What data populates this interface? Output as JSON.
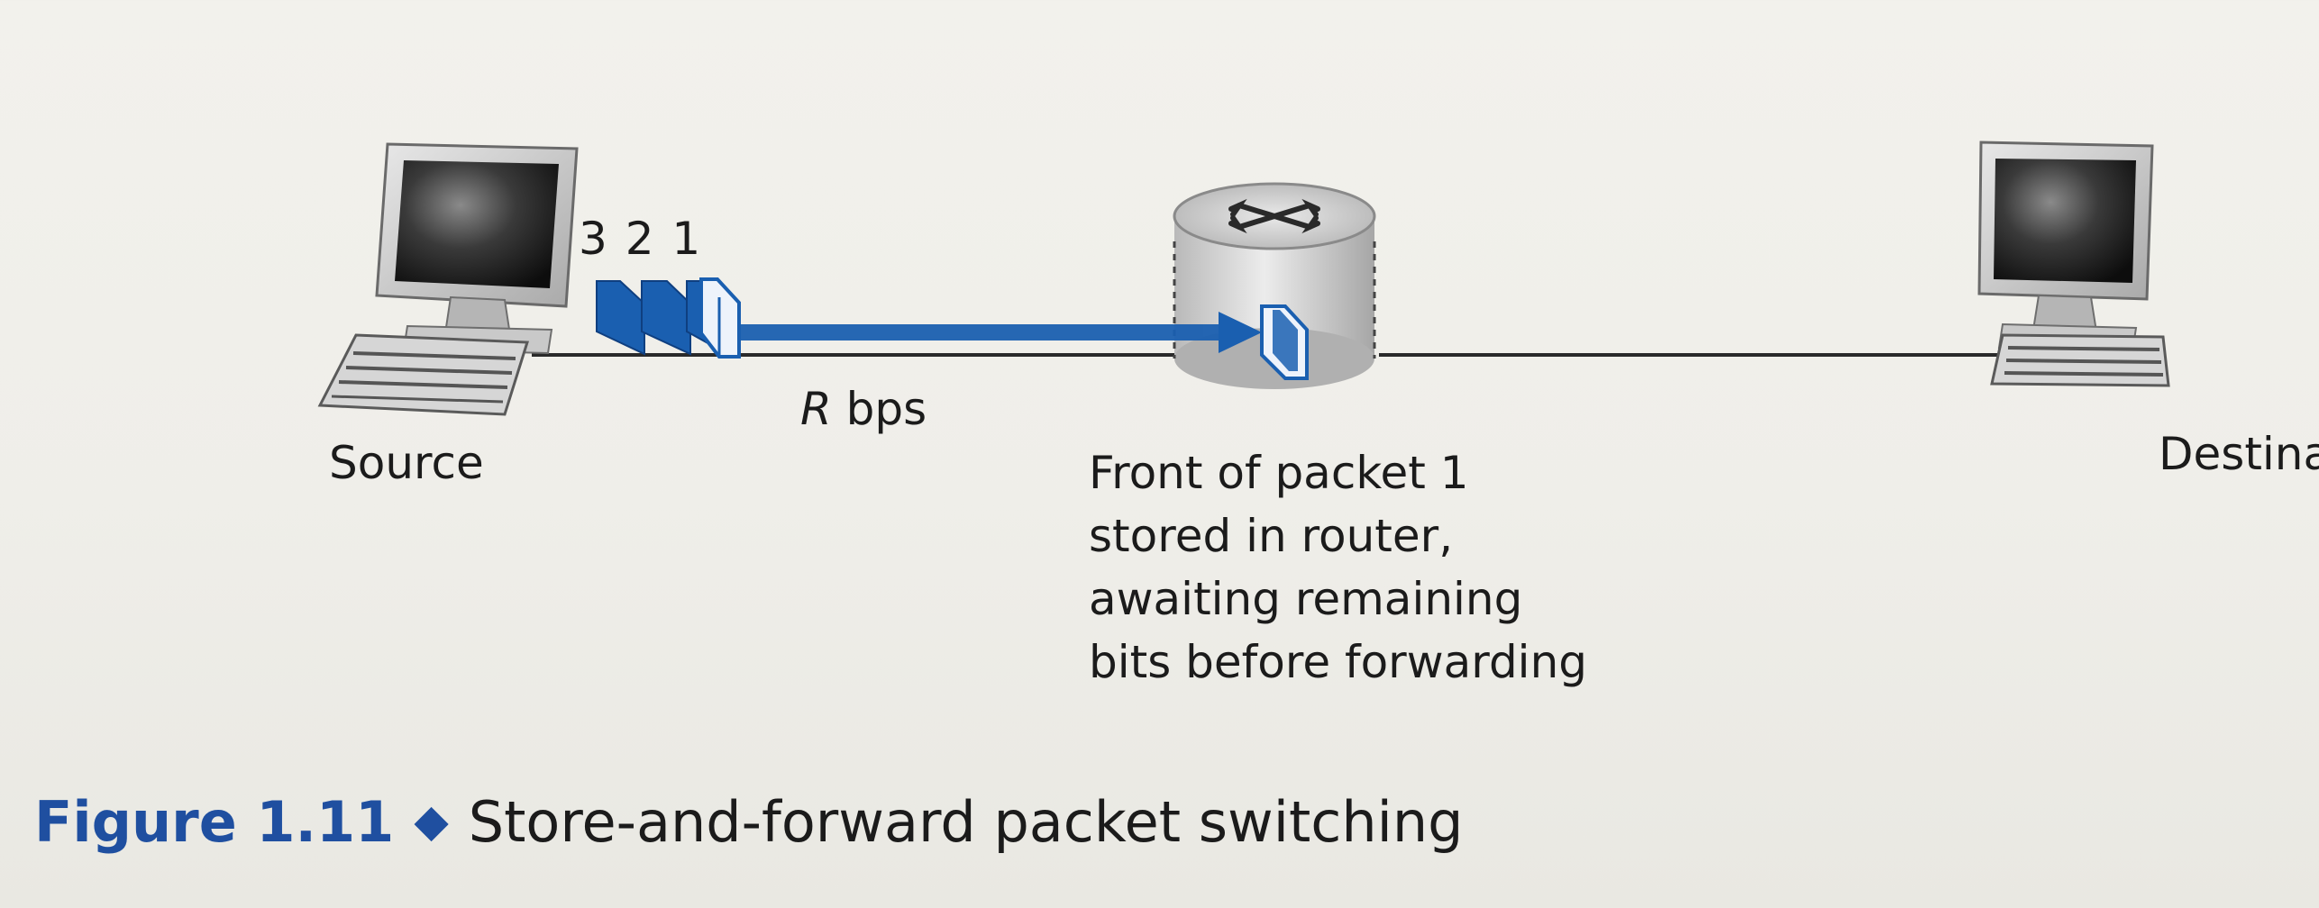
{
  "diagram": {
    "source_label": "Source",
    "destination_label": "Destination",
    "rate_label_italic": "R",
    "rate_label_rest": " bps",
    "packet_numbers": "3 2 1",
    "router_note": "Front of packet 1\nstored in router,\nawaiting remaining\nbits before forwarding"
  },
  "caption": {
    "figure_number": "Figure 1.11",
    "title": "Store-and-forward packet switching"
  },
  "colors": {
    "packet_blue": "#1a5fb0",
    "caption_blue": "#1f4fa0",
    "wire": "#2a2a2a"
  }
}
